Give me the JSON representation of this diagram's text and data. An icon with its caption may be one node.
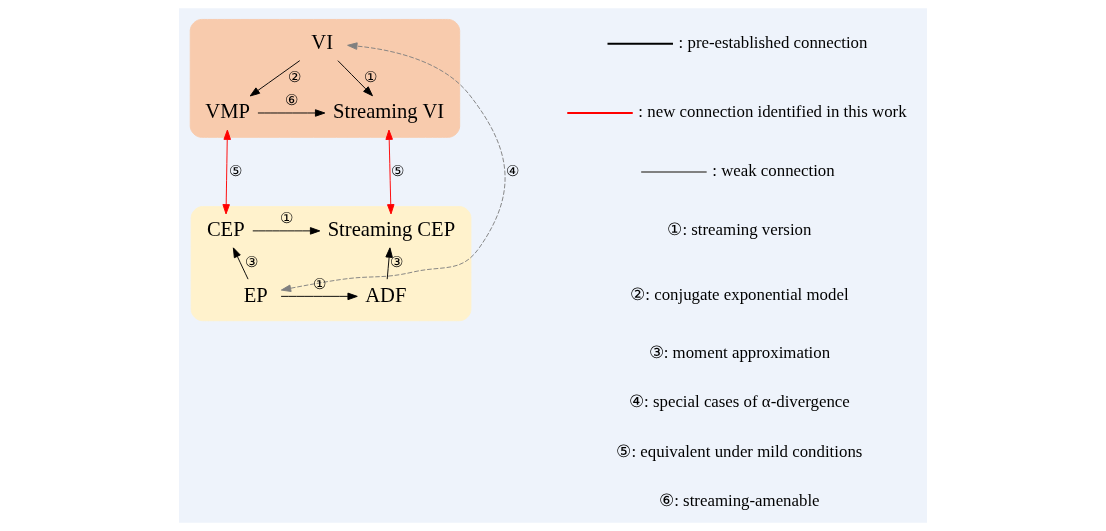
{
  "diagram": {
    "nodes": [
      {
        "text": [],
        "shape": "ellipse"
      },
      {
        "text": [
          "VI"
        ],
        "in": 0
      },
      {
        "text": [
          "VMP"
        ],
        "in": 0
      },
      {
        "text": [
          "Streaming VI"
        ],
        "in": 0
      },
      {
        "text": [],
        "shape": "ellipse"
      },
      {
        "text": [
          "CEP"
        ],
        "in": 4
      },
      {
        "text": [
          "Streaming CEP"
        ],
        "in": 4
      },
      {
        "text": [
          "EP"
        ],
        "in": 4
      },
      {
        "text": [
          "ADF"
        ],
        "in": 4
      }
    ],
    "edges": [
      {
        "from": 1,
        "to": 2,
        "arrow": "to",
        "label": "②"
      },
      {
        "from": 1,
        "to": 3,
        "arrow": "to",
        "label": "①"
      },
      {
        "from": 2,
        "to": 3,
        "arrow": "to",
        "label": "⑥"
      },
      {
        "from": 2,
        "to": 5,
        "arrow": "both",
        "label": "⑤",
        "color": "#ff0000"
      },
      {
        "from": 7,
        "to": 1,
        "arrow": "both",
        "label": "④",
        "style": "dashed",
        "color": "#808080"
      },
      {
        "from": 3,
        "to": 6,
        "arrow": "both",
        "label": "⑤",
        "color": "#ff0000"
      },
      {
        "from": 5,
        "to": 6,
        "arrow": "to",
        "label": "①"
      },
      {
        "from": 7,
        "to": 5,
        "arrow": "to",
        "label": "③"
      },
      {
        "from": 8,
        "to": 6,
        "arrow": "to",
        "label": "③"
      },
      {
        "from": 7,
        "to": 8,
        "arrow": "to",
        "label": "①"
      }
    ],
    "labels": [
      "①: streaming version",
      "②: conjugate exponential model",
      "③: moment approximation",
      "④: special cases of α-divergence",
      "⑤: equivalent under mild conditions",
      "⑥: streaming-amenable"
    ],
    "legend": [
      {
        "text": ": pre-established connection"
      },
      {
        "text": ": new connection identified in this work"
      },
      {
        "text": ": weak connection"
      }
    ]
  }
}
